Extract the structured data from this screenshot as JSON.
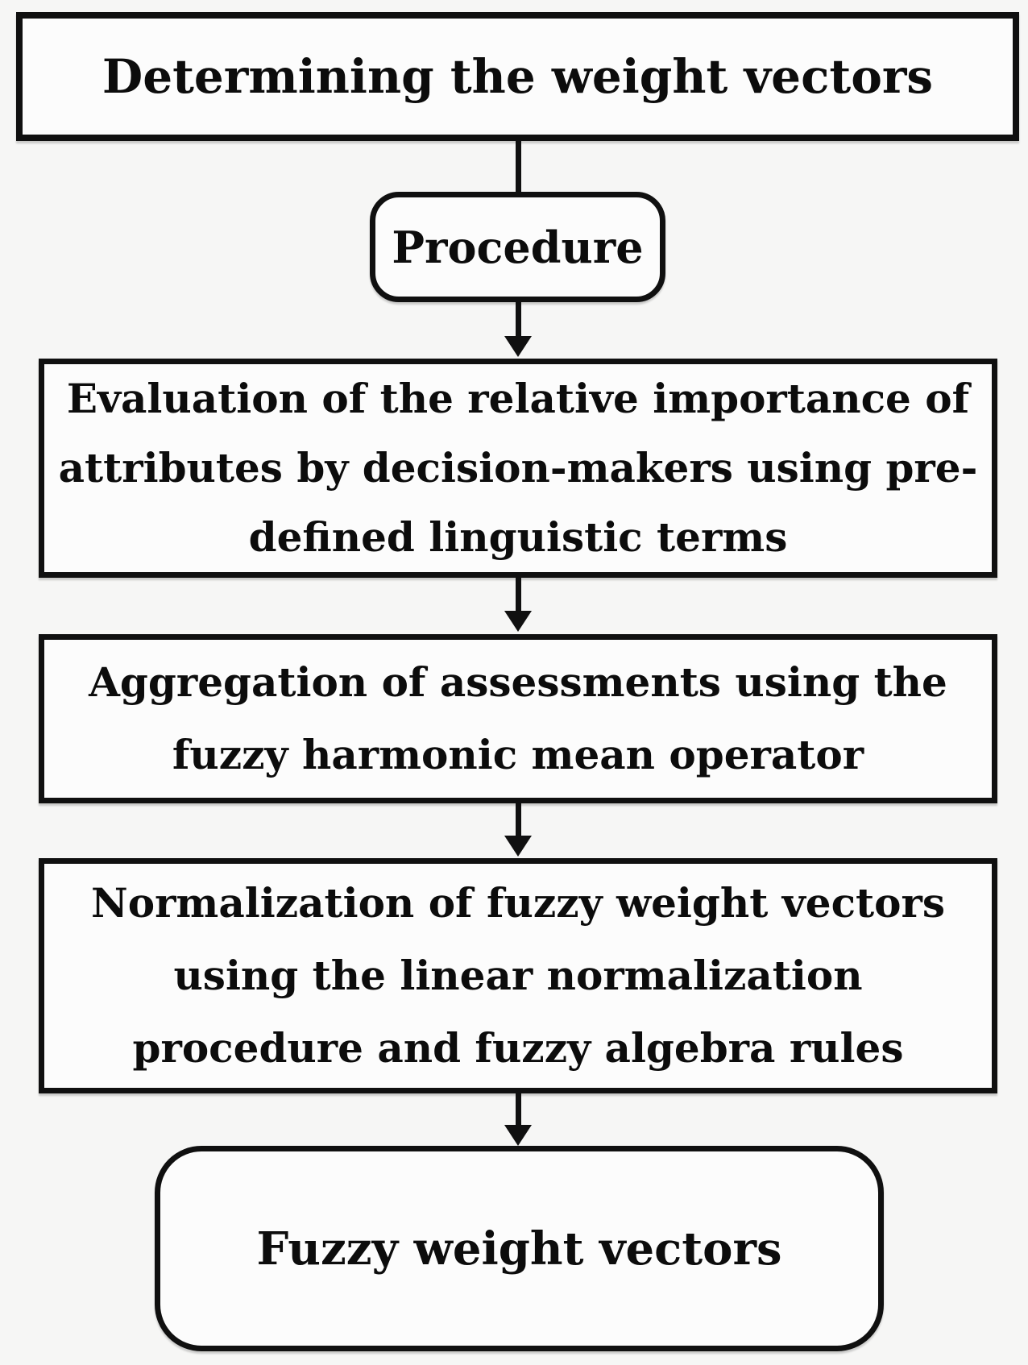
{
  "figure": {
    "type": "flowchart",
    "title": "Determining the weight vectors"
  },
  "nodes": {
    "title": {
      "label": "Determining the weight vectors"
    },
    "procedure": {
      "label": "Procedure"
    },
    "evaluation": {
      "lines": [
        "Evaluation of the relative importance of",
        "attributes by decision-makers using pre-",
        "defined linguistic terms"
      ]
    },
    "aggregation": {
      "lines": [
        "Aggregation of assessments using the",
        "fuzzy harmonic mean operator"
      ]
    },
    "normalization": {
      "lines": [
        "Normalization of fuzzy weight vectors",
        "using the linear normalization",
        "procedure and fuzzy algebra rules"
      ]
    },
    "output": {
      "label": "Fuzzy weight vectors"
    }
  },
  "connectors": [
    {
      "from": "title",
      "to": "procedure",
      "arrowhead": false
    },
    {
      "from": "procedure",
      "to": "evaluation",
      "arrowhead": true
    },
    {
      "from": "evaluation",
      "to": "aggregation",
      "arrowhead": true
    },
    {
      "from": "aggregation",
      "to": "normalization",
      "arrowhead": true
    },
    {
      "from": "normalization",
      "to": "output",
      "arrowhead": true
    }
  ],
  "colors": {
    "ink": "#101010",
    "text": "#0c0c0c",
    "background": "#f6f6f5",
    "node_fill": "#fcfcfc"
  }
}
